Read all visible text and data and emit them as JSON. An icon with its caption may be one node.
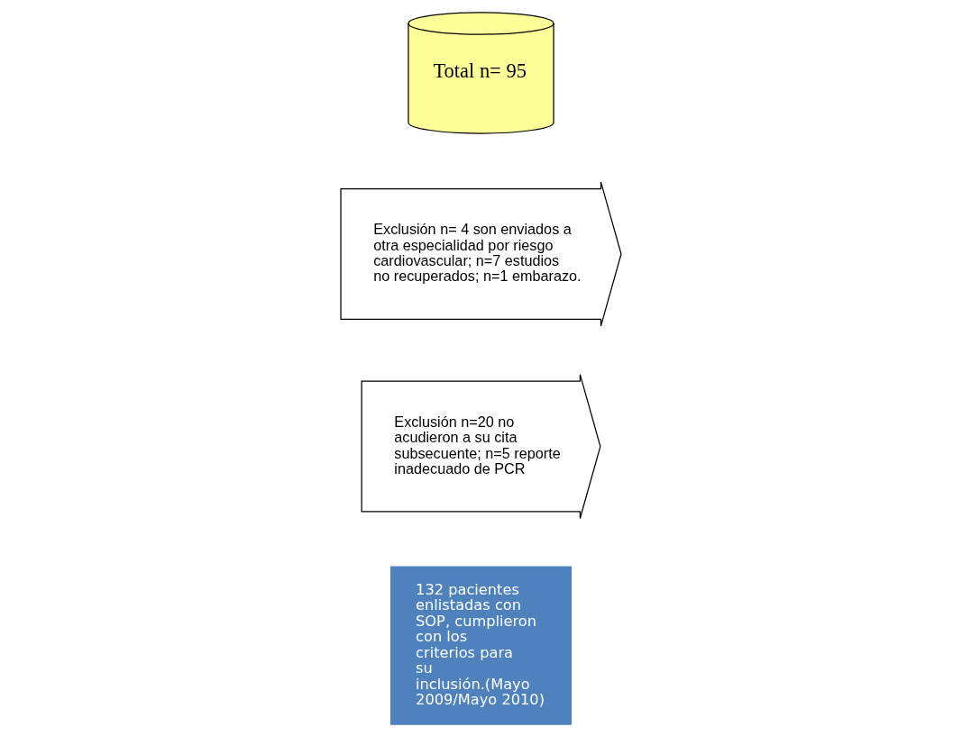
{
  "diagram": {
    "nodes": [
      {
        "text": [
          "132 pacientes enlistadas con SOP, cumplieron con los criterios para su inclusión.(Mayo 2009/Mayo 2010)"
        ]
      },
      {
        "text": [
          "Exclusión n=20 no acudieron a su cita subsecuente; n=5 reporte inadecuado de PCR"
        ]
      },
      {
        "text": [
          "Exclusión n= 4 son enviados a otra especialidad por riesgo cardiovascular; n=7 estudios no recuperados; n=1 embarazo."
        ]
      },
      {
        "text": [
          "Total n= 95"
        ]
      }
    ]
  }
}
